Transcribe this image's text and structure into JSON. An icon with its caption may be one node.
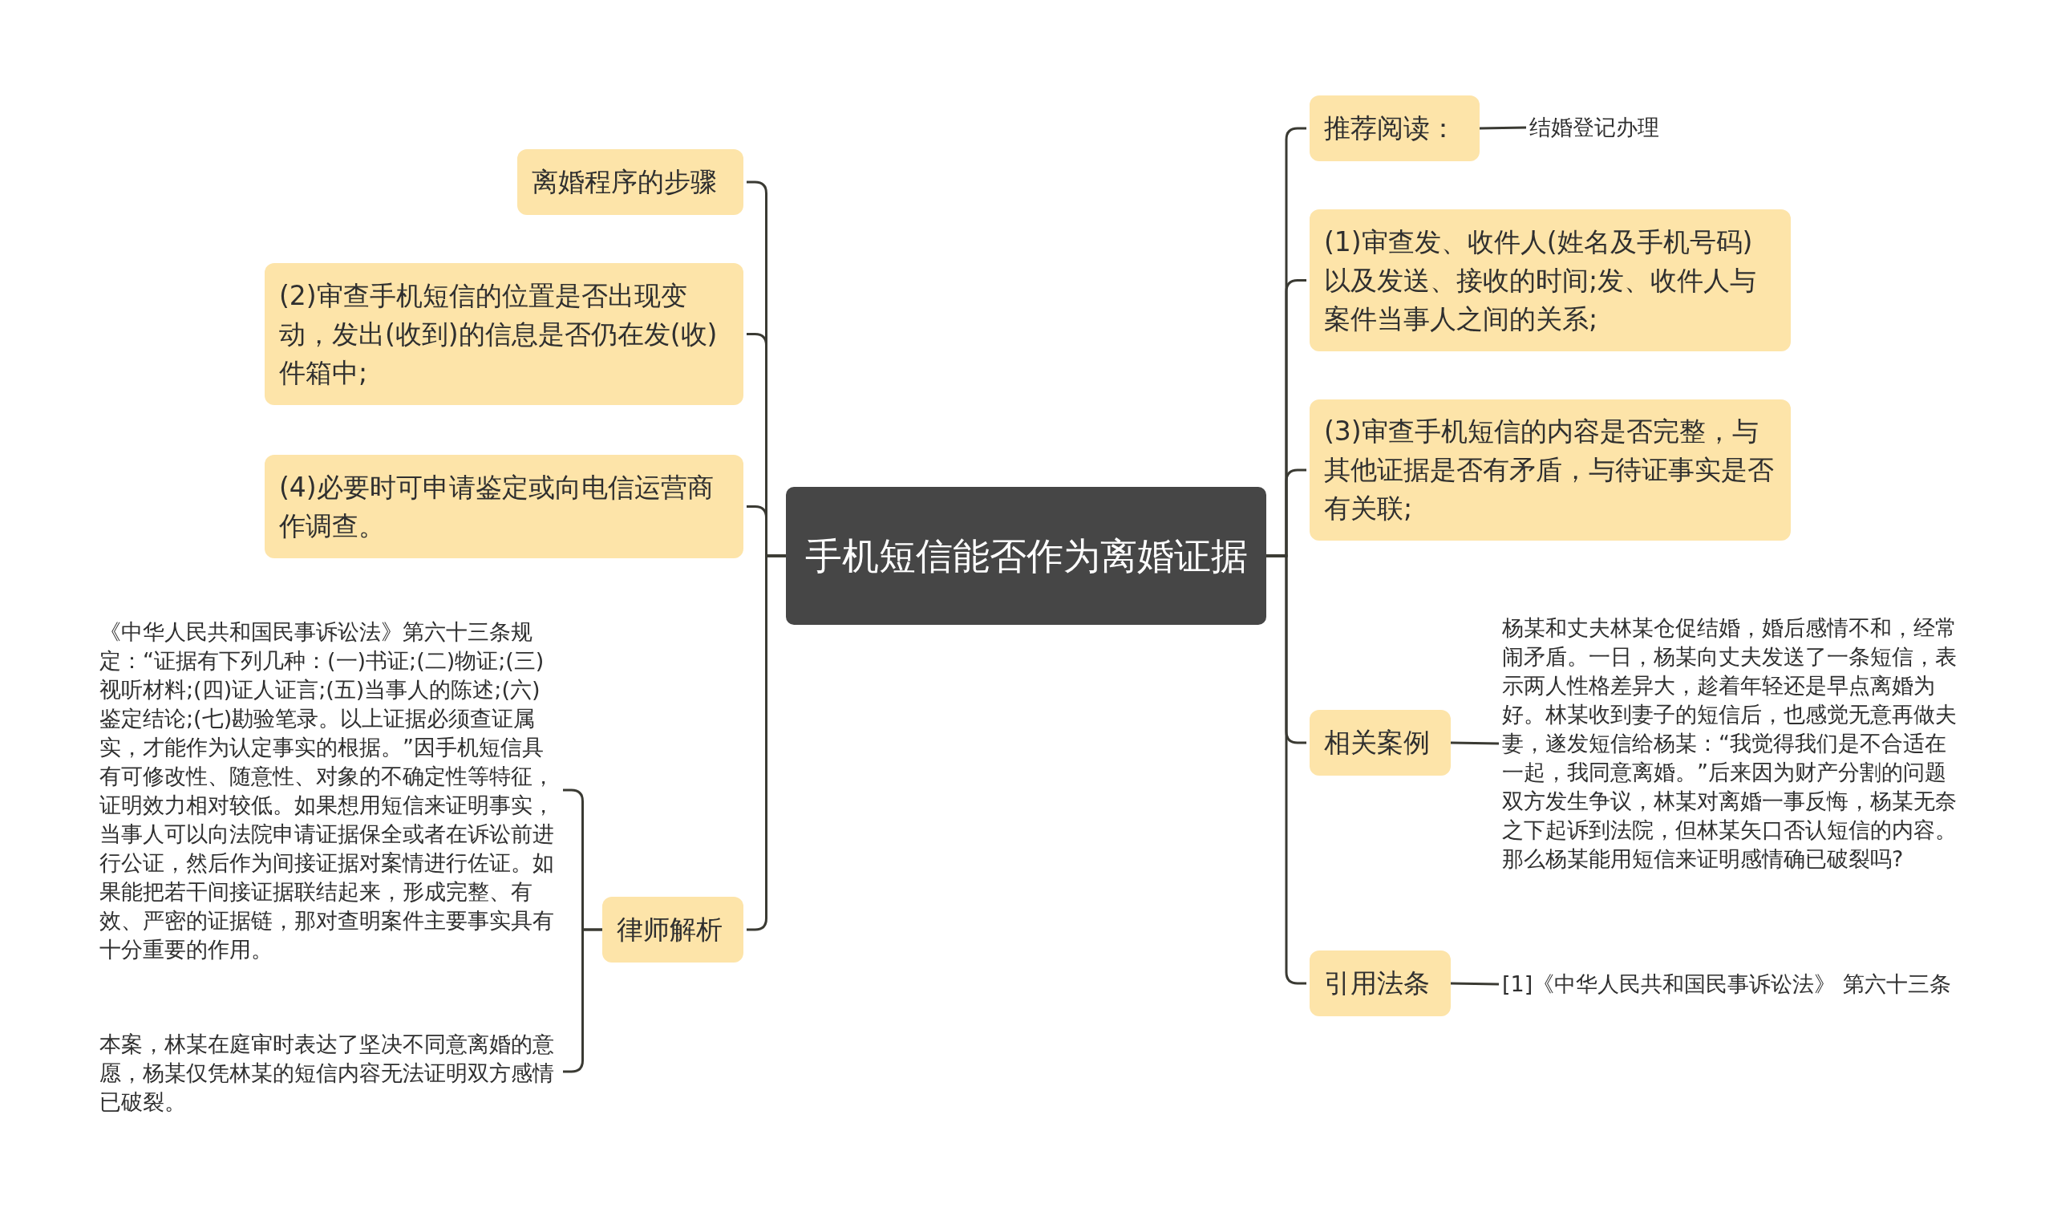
{
  "diagram": {
    "nodes": [
      {
        "text": [
          "手机短信能否作为离婚证据"
        ]
      },
      {
        "text": [
          "离婚程序的步骤"
        ]
      },
      {
        "text": [
          "(2)审查手机短信的位置是否出现变动，发出(收到)的信息是否仍在发(收)件箱中;"
        ]
      },
      {
        "text": [
          "(4)必要时可申请鉴定或向电信运营商作调查。"
        ]
      },
      {
        "text": [
          "律师解析"
        ]
      },
      {
        "text": [
          "《中华人民共和国民事诉讼法》第六十三条规定：“证据有下列几种：(一)书证;(二)物证;(三)视听材料;(四)证人证言;(五)当事人的陈述;(六)鉴定结论;(七)勘验笔录。以上证据必须查证属实，才能作为认定事实的根据。”因手机短信具有可修改性、随意性、对象的不确定性等特征，证明效力相对较低。如果想用短信来证明事实，当事人可以向法院申请证据保全或者在诉讼前进行公证，然后作为间接证据对案情进行佐证。如果能把若干间接证据联结起来，形成完整、有效、严密的证据链，那对查明案件主要事实具有十分重要的作用。"
        ]
      },
      {
        "text": [
          "本案，林某在庭审时表达了坚决不同意离婚的意愿，杨某仅凭林某的短信内容无法证明双方感情已破裂。"
        ]
      },
      {
        "text": [
          "推荐阅读："
        ]
      },
      {
        "text": [
          "结婚登记办理"
        ]
      },
      {
        "text": [
          "(1)审查发、收件人(姓名及手机号码)以及发送、接收的时间;发、收件人与案件当事人之间的关系;"
        ]
      },
      {
        "text": [
          "(3)审查手机短信的内容是否完整，与其他证据是否有矛盾，与待证事实是否有关联;"
        ]
      },
      {
        "text": [
          "相关案例"
        ]
      },
      {
        "text": [
          "杨某和丈夫林某仓促结婚，婚后感情不和，经常闹矛盾。一日，杨某向丈夫发送了一条短信，表示两人性格差异大，趁着年轻还是早点离婚为好。林某收到妻子的短信后，也感觉无意再做夫妻，遂发短信给杨某：“我觉得我们是不合适在一起，我同意离婚。”后来因为财产分割的问题双方发生争议，林某对离婚一事反悔，杨某无奈之下起诉到法院，但林某矢口否认短信的内容。那么杨某能用短信来证明感情确已破裂吗?"
        ]
      },
      {
        "text": [
          "引用法条"
        ]
      },
      {
        "text": [
          "[1]《中华人民共和国民事诉讼法》 第六十三条"
        ]
      }
    ],
    "edges": [
      {
        "from": 0,
        "to": 1,
        "arrow": "none"
      },
      {
        "from": 0,
        "to": 2,
        "arrow": "none"
      },
      {
        "from": 0,
        "to": 3,
        "arrow": "none"
      },
      {
        "from": 0,
        "to": 4,
        "arrow": "none"
      },
      {
        "from": 4,
        "to": 5,
        "arrow": "none"
      },
      {
        "from": 4,
        "to": 6,
        "arrow": "none"
      },
      {
        "from": 0,
        "to": 7,
        "arrow": "none"
      },
      {
        "from": 7,
        "to": 8,
        "arrow": "none"
      },
      {
        "from": 0,
        "to": 9,
        "arrow": "none"
      },
      {
        "from": 0,
        "to": 10,
        "arrow": "none"
      },
      {
        "from": 0,
        "to": 11,
        "arrow": "none"
      },
      {
        "from": 11,
        "to": 12,
        "arrow": "none"
      },
      {
        "from": 0,
        "to": 13,
        "arrow": "none"
      },
      {
        "from": 13,
        "to": 14,
        "arrow": "none"
      }
    ]
  }
}
